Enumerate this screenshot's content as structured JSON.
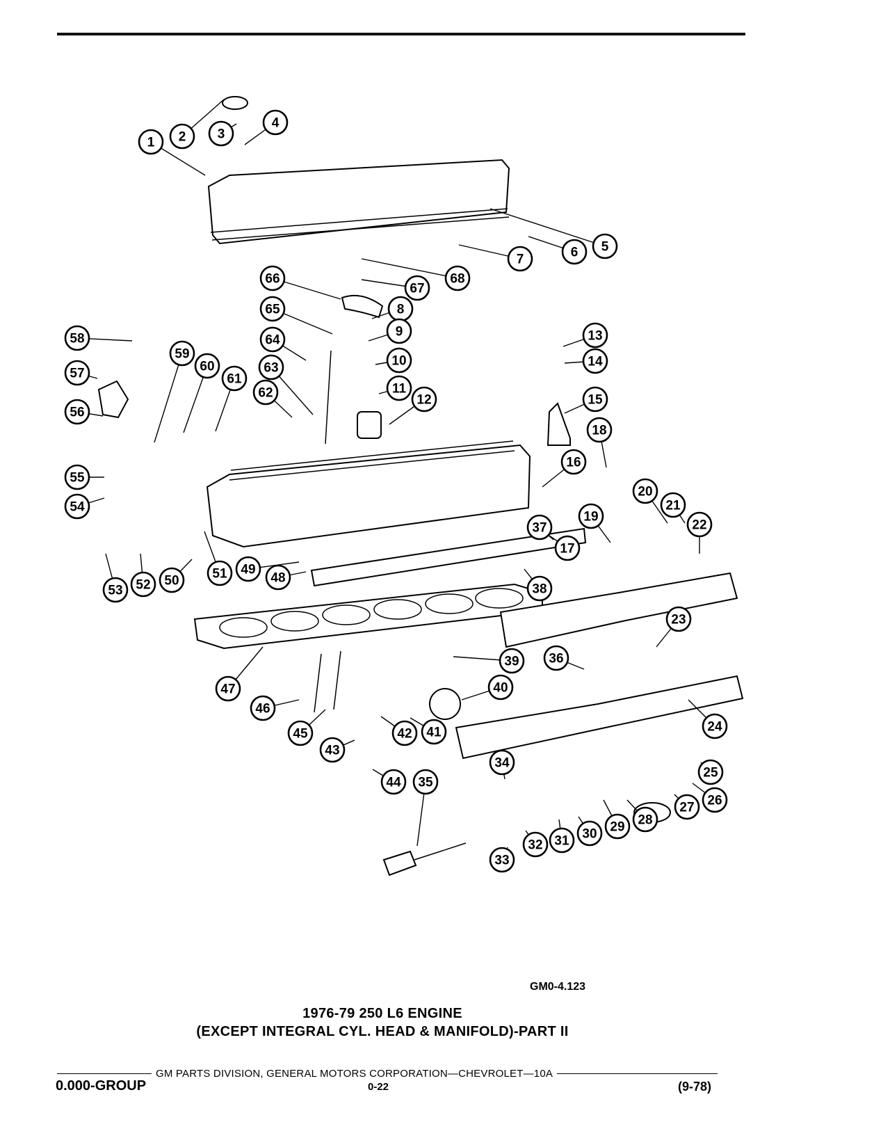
{
  "figure_code": "GM0-4.123",
  "caption_line1": "1976-79 250 L6 ENGINE",
  "caption_line2": "(EXCEPT INTEGRAL CYL. HEAD & MANIFOLD)-PART II",
  "footer_text": "GM PARTS DIVISION, GENERAL MOTORS CORPORATION—CHEVROLET—10A",
  "group_code": "0.000-GROUP",
  "page_number": "0-22",
  "revision_date": "(9-78)",
  "callout_labels": [
    "1",
    "2",
    "3",
    "4",
    "5",
    "6",
    "7",
    "8",
    "9",
    "10",
    "11",
    "12",
    "13",
    "14",
    "15",
    "16",
    "17",
    "18",
    "19",
    "20",
    "21",
    "22",
    "23",
    "24",
    "25",
    "26",
    "27",
    "28",
    "29",
    "30",
    "31",
    "32",
    "33",
    "34",
    "35",
    "36",
    "37",
    "38",
    "39",
    "40",
    "41",
    "42",
    "43",
    "44",
    "45",
    "46",
    "47",
    "48",
    "49",
    "50",
    "51",
    "52",
    "53",
    "54",
    "55",
    "56",
    "57",
    "58",
    "59",
    "60",
    "61",
    "62",
    "63",
    "64",
    "65",
    "66",
    "67",
    "68"
  ]
}
